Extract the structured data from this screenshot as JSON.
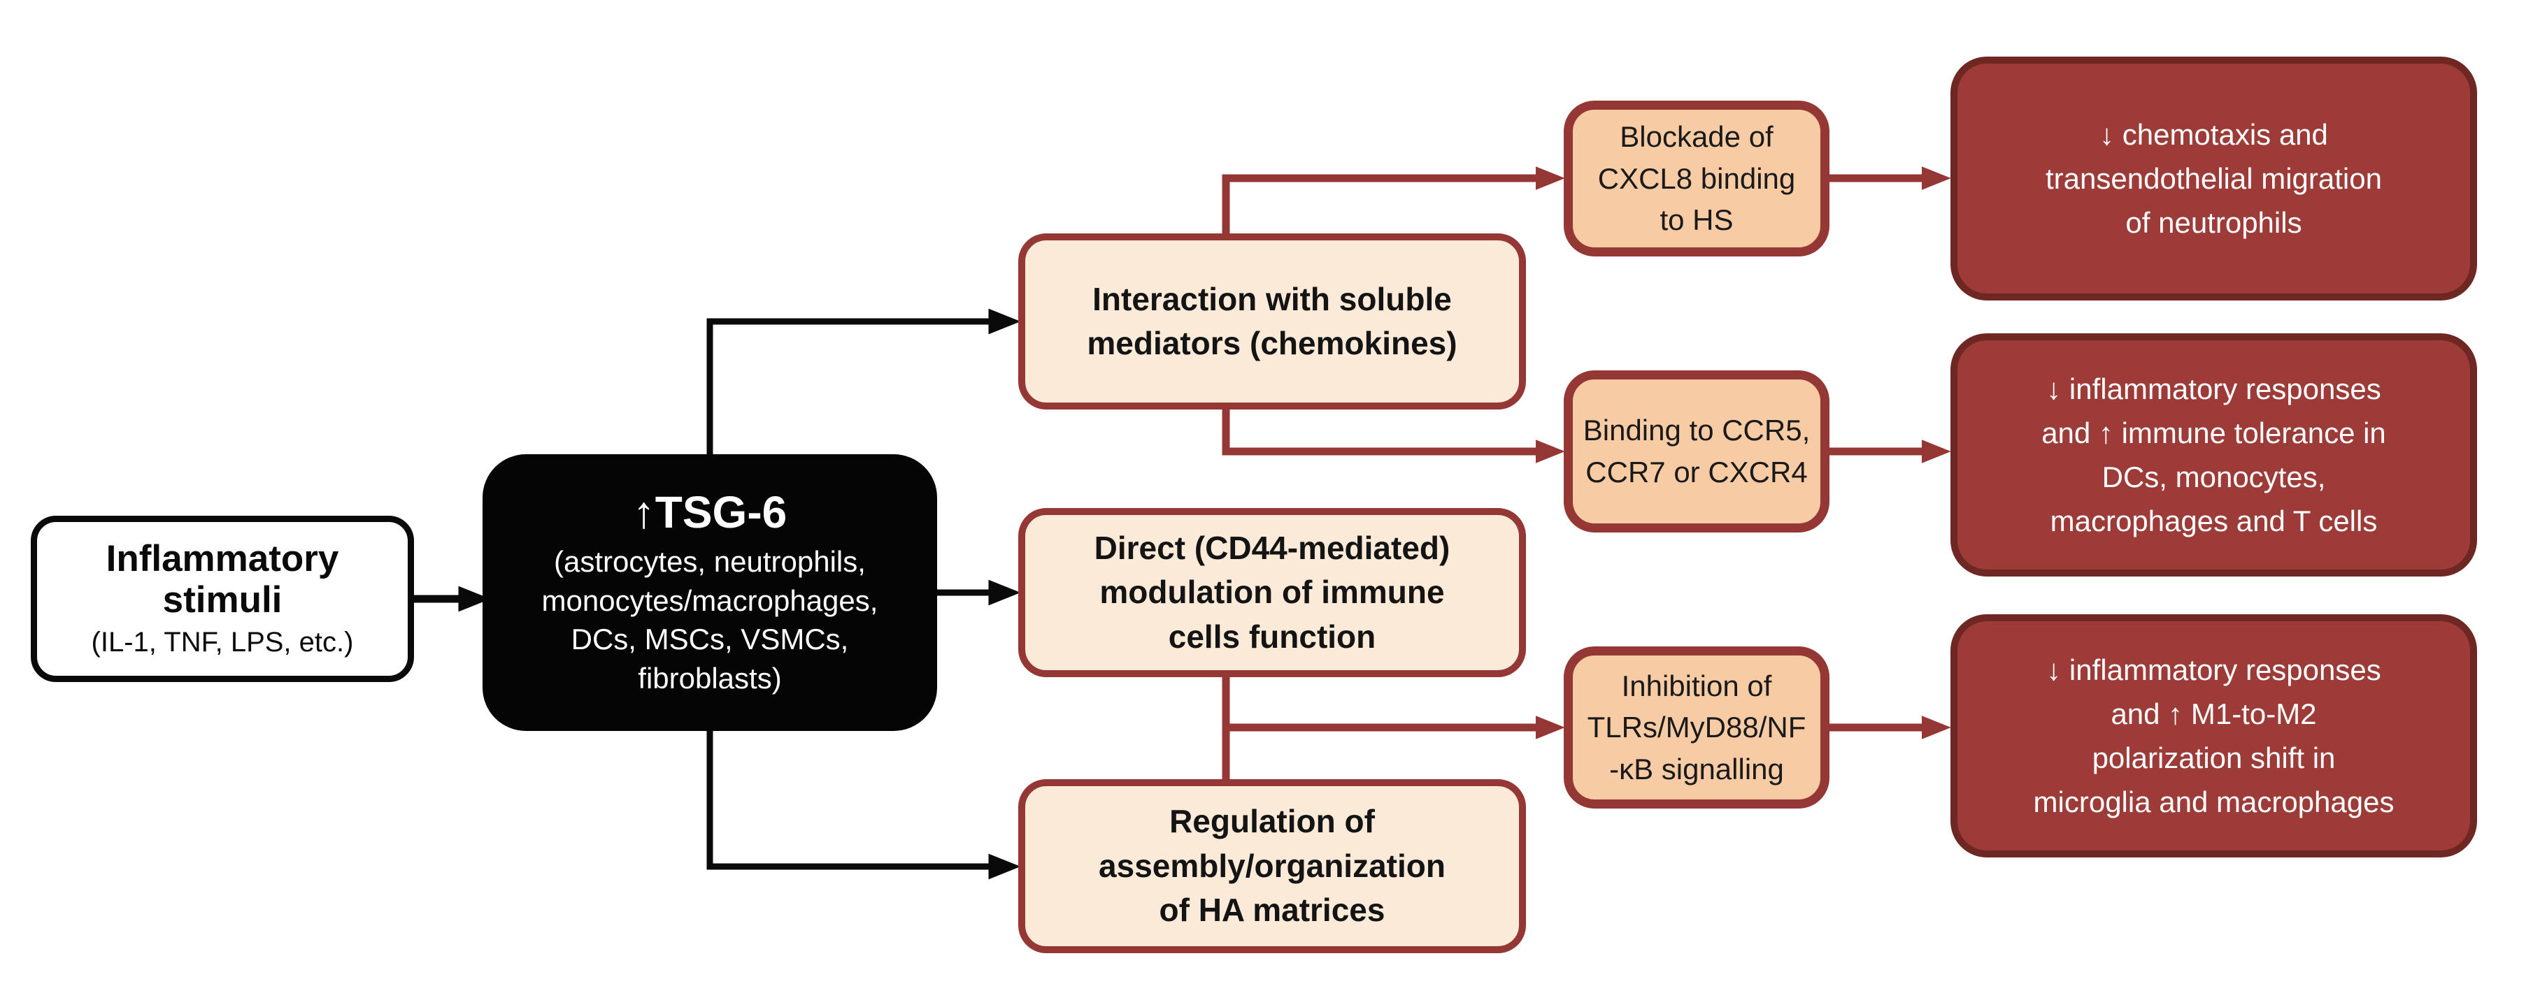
{
  "diagram_title": "TSG-6 immunomodulatory pathways flowchart",
  "colors": {
    "background": "#ffffff",
    "black": "#0a0a0a",
    "connector_red": "#953735",
    "mechanism_fill": "#fcead9",
    "intermediate_fill": "#f7cca5",
    "outcome_fill": "#9c3b38",
    "outcome_border": "#6e2722",
    "text_dark": "#141414",
    "text_light": "#ffffff"
  },
  "source": {
    "title": "Inflammatory\nstimuli",
    "subtitle": "(IL-1, TNF, LPS, etc.)"
  },
  "hub": {
    "title": "↑TSG-6",
    "subtitle": "(astrocytes, neutrophils,\nmonocytes/macrophages,\nDCs, MSCs, VSMCs,\nfibroblasts)"
  },
  "mechanisms": [
    {
      "label": "Interaction with soluble\nmediators (chemokines)"
    },
    {
      "label": "Direct (CD44-mediated)\nmodulation of immune\ncells function"
    },
    {
      "label": "Regulation of\nassembly/organization\nof HA matrices"
    }
  ],
  "intermediates": [
    {
      "label": "Blockade of\nCXCL8 binding\nto HS"
    },
    {
      "label": "Binding to CCR5,\nCCR7 or CXCR4"
    },
    {
      "label": "Inhibition of\nTLRs/MyD88/NF\n-κB signalling"
    }
  ],
  "outcomes": [
    {
      "label": "↓ chemotaxis and\ntransendothelial migration\nof neutrophils"
    },
    {
      "label": "↓ inflammatory responses\nand ↑ immune tolerance in\nDCs, monocytes,\nmacrophages and T cells"
    },
    {
      "label": "↓ inflammatory responses\nand ↑ M1-to-M2\npolarization shift in\nmicroglia and macrophages"
    }
  ]
}
